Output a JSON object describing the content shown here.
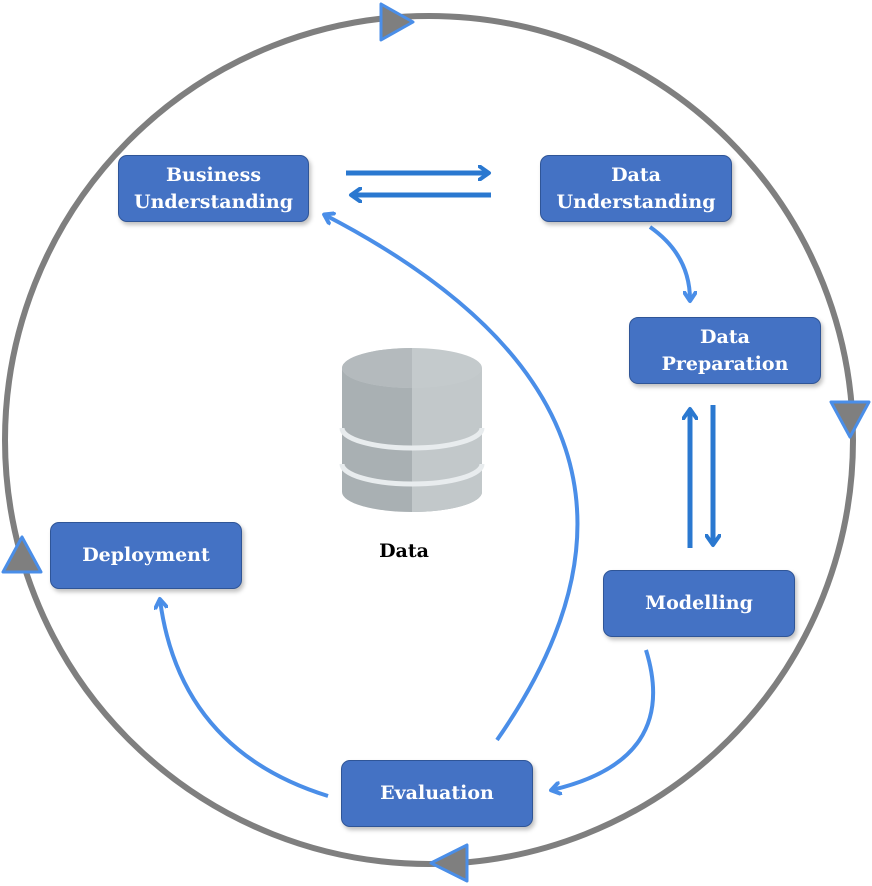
{
  "nodes": {
    "business": "Business\nUnderstanding",
    "data_understanding": "Data\nUnderstanding",
    "data_preparation": "Data\nPreparation",
    "modelling": "Modelling",
    "evaluation": "Evaluation",
    "deployment": "Deployment"
  },
  "center_label": "Data",
  "colors": {
    "box_fill": "#4472c4",
    "box_border": "#2f5597",
    "arrow": "#4a8ee8",
    "arrow_dark": "#2a78d0",
    "outer_ring": "#7f7f7f",
    "cylinder": "#a9b0b3"
  }
}
